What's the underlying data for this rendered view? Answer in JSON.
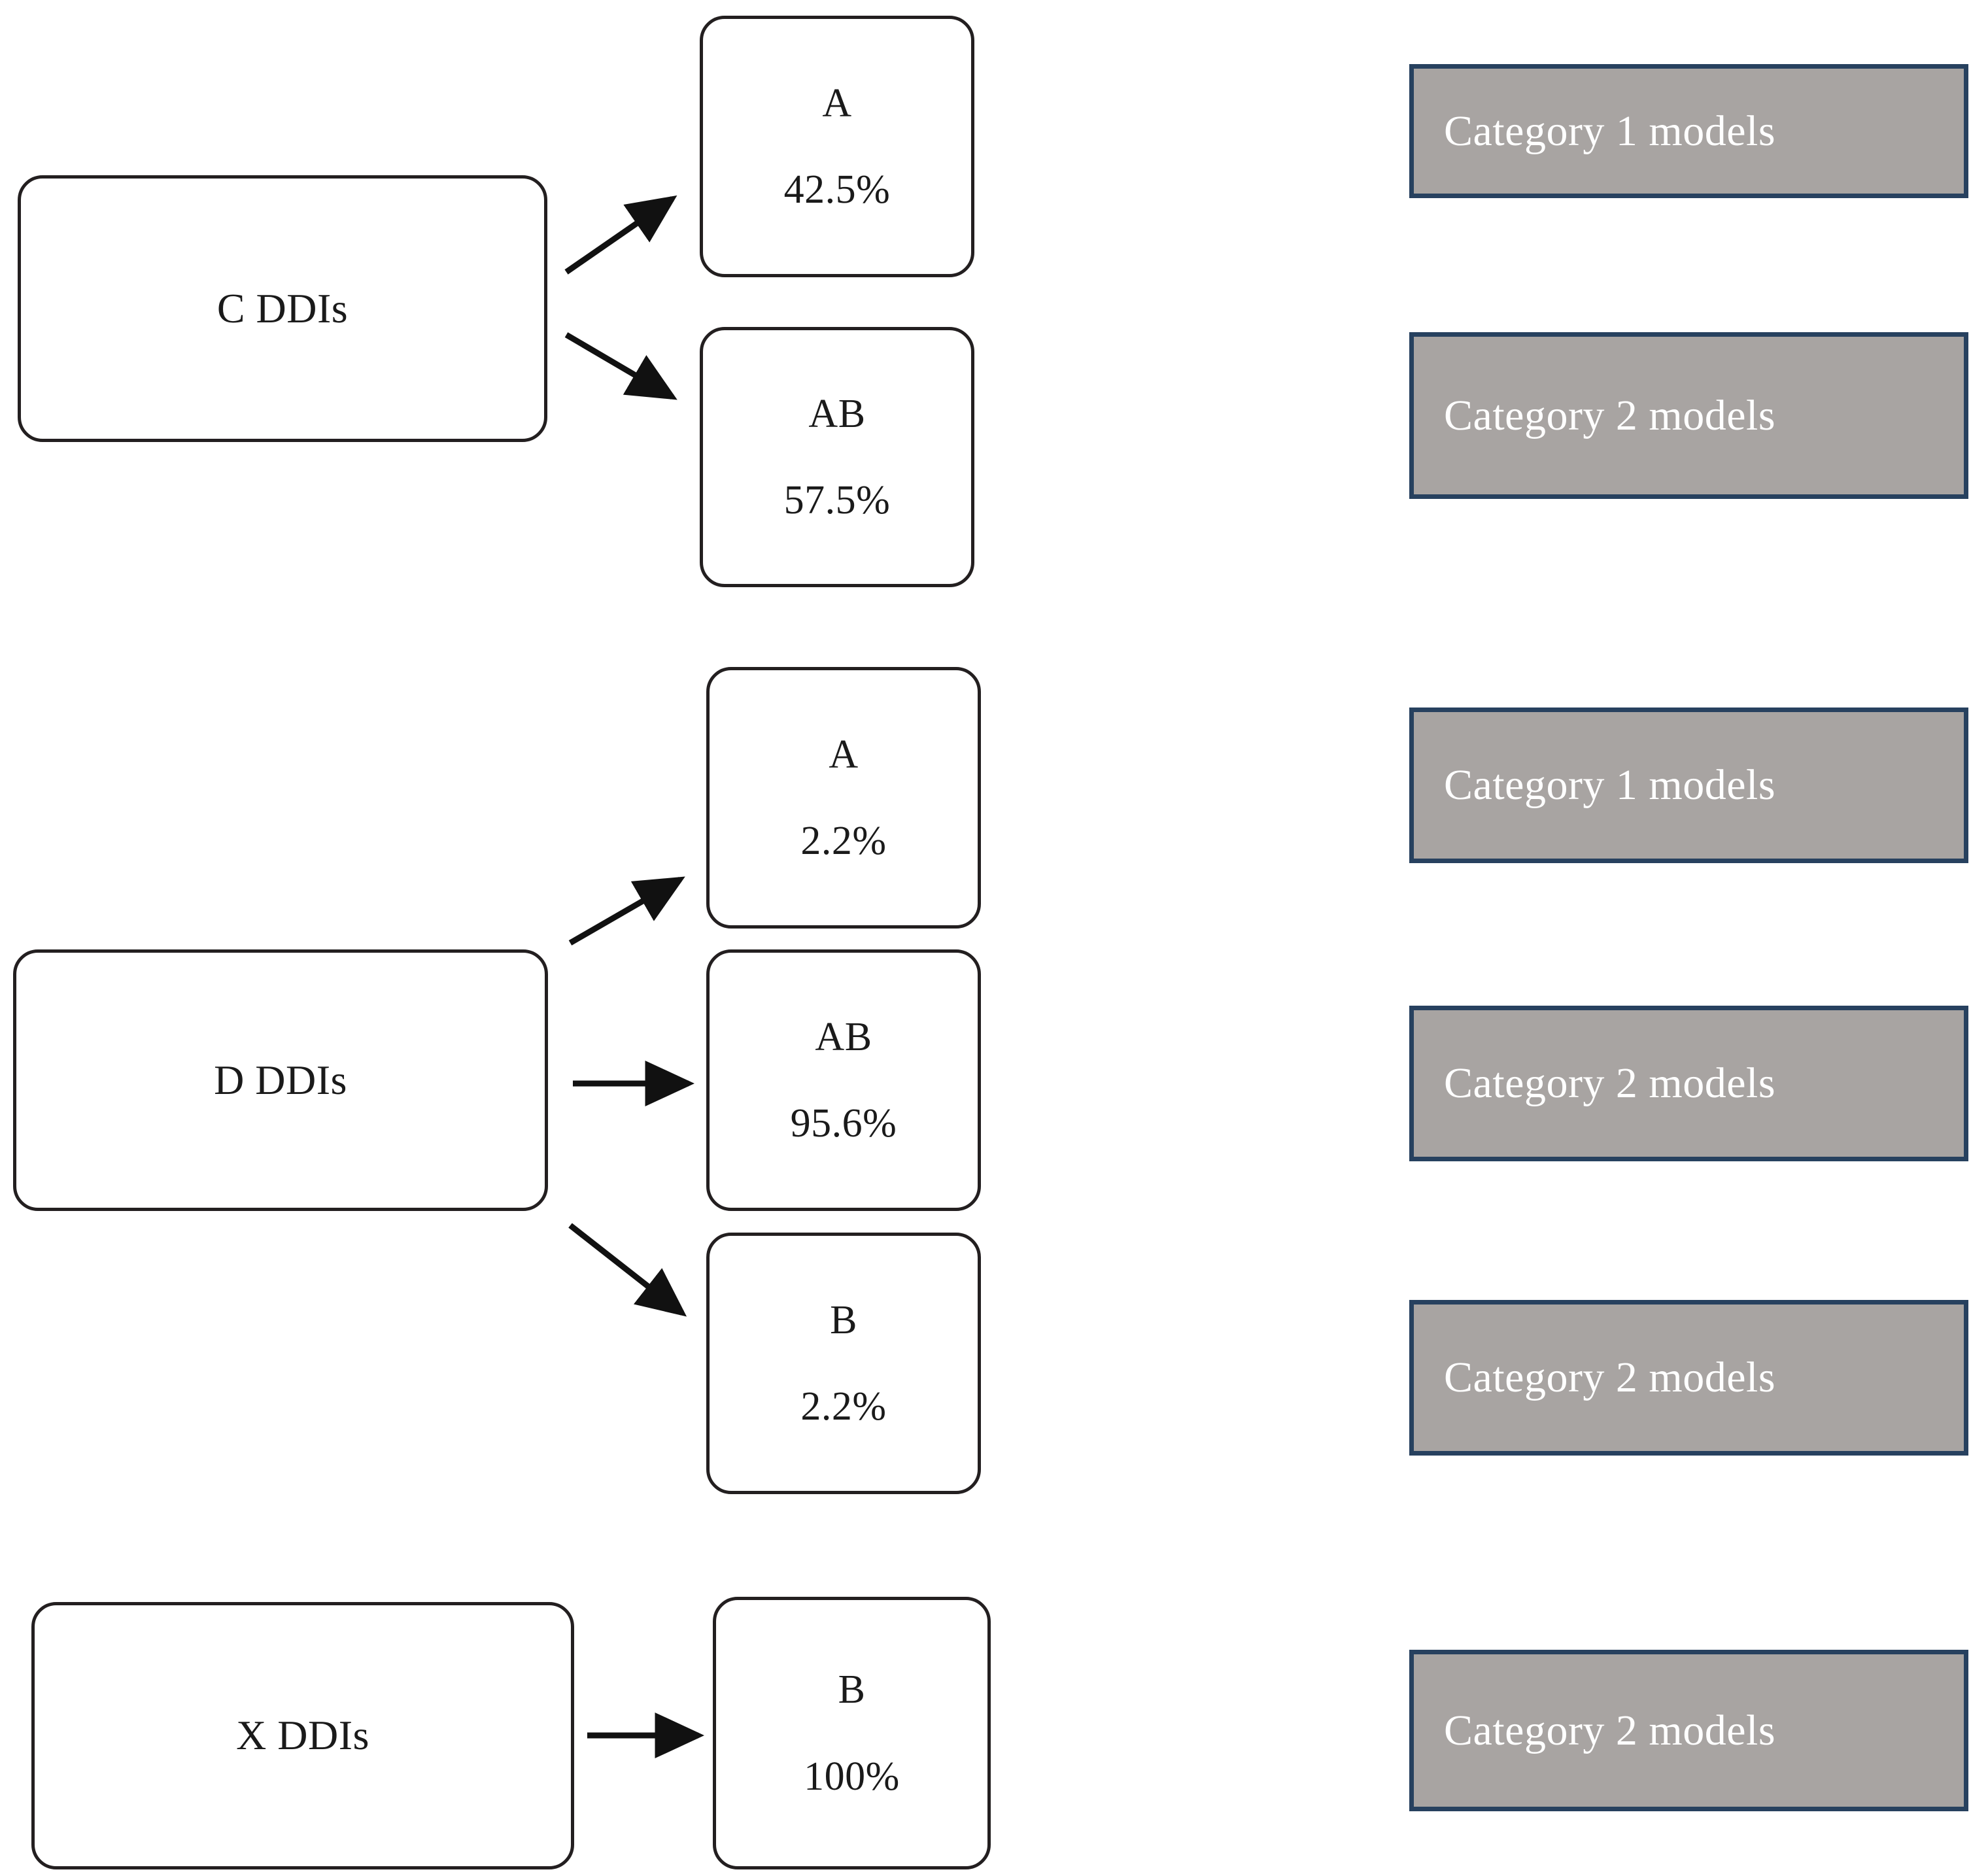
{
  "diagram": {
    "type": "flowchart",
    "background_color": "#ffffff",
    "box_border_color": "#231f20",
    "legend_fill_color": "#a8a4a2",
    "legend_border_color": "#27415f",
    "legend_text_color": "#ffffff",
    "arrow_color": "#1a1a1a"
  },
  "groups": [
    {
      "source": {
        "label": "C DDIs"
      },
      "outcomes": [
        {
          "label": "A",
          "value": "42.5%",
          "category": "Category 1 models"
        },
        {
          "label": "AB",
          "value": "57.5%",
          "category": "Category 2 models"
        }
      ]
    },
    {
      "source": {
        "label": "D DDIs"
      },
      "outcomes": [
        {
          "label": "A",
          "value": "2.2%",
          "category": "Category 1 models"
        },
        {
          "label": "AB",
          "value": "95.6%",
          "category": "Category 2 models"
        },
        {
          "label": "B",
          "value": "2.2%",
          "category": "Category 2 models"
        }
      ]
    },
    {
      "source": {
        "label": "X DDIs"
      },
      "outcomes": [
        {
          "label": "B",
          "value": "100%",
          "category": "Category 2 models"
        }
      ]
    }
  ]
}
